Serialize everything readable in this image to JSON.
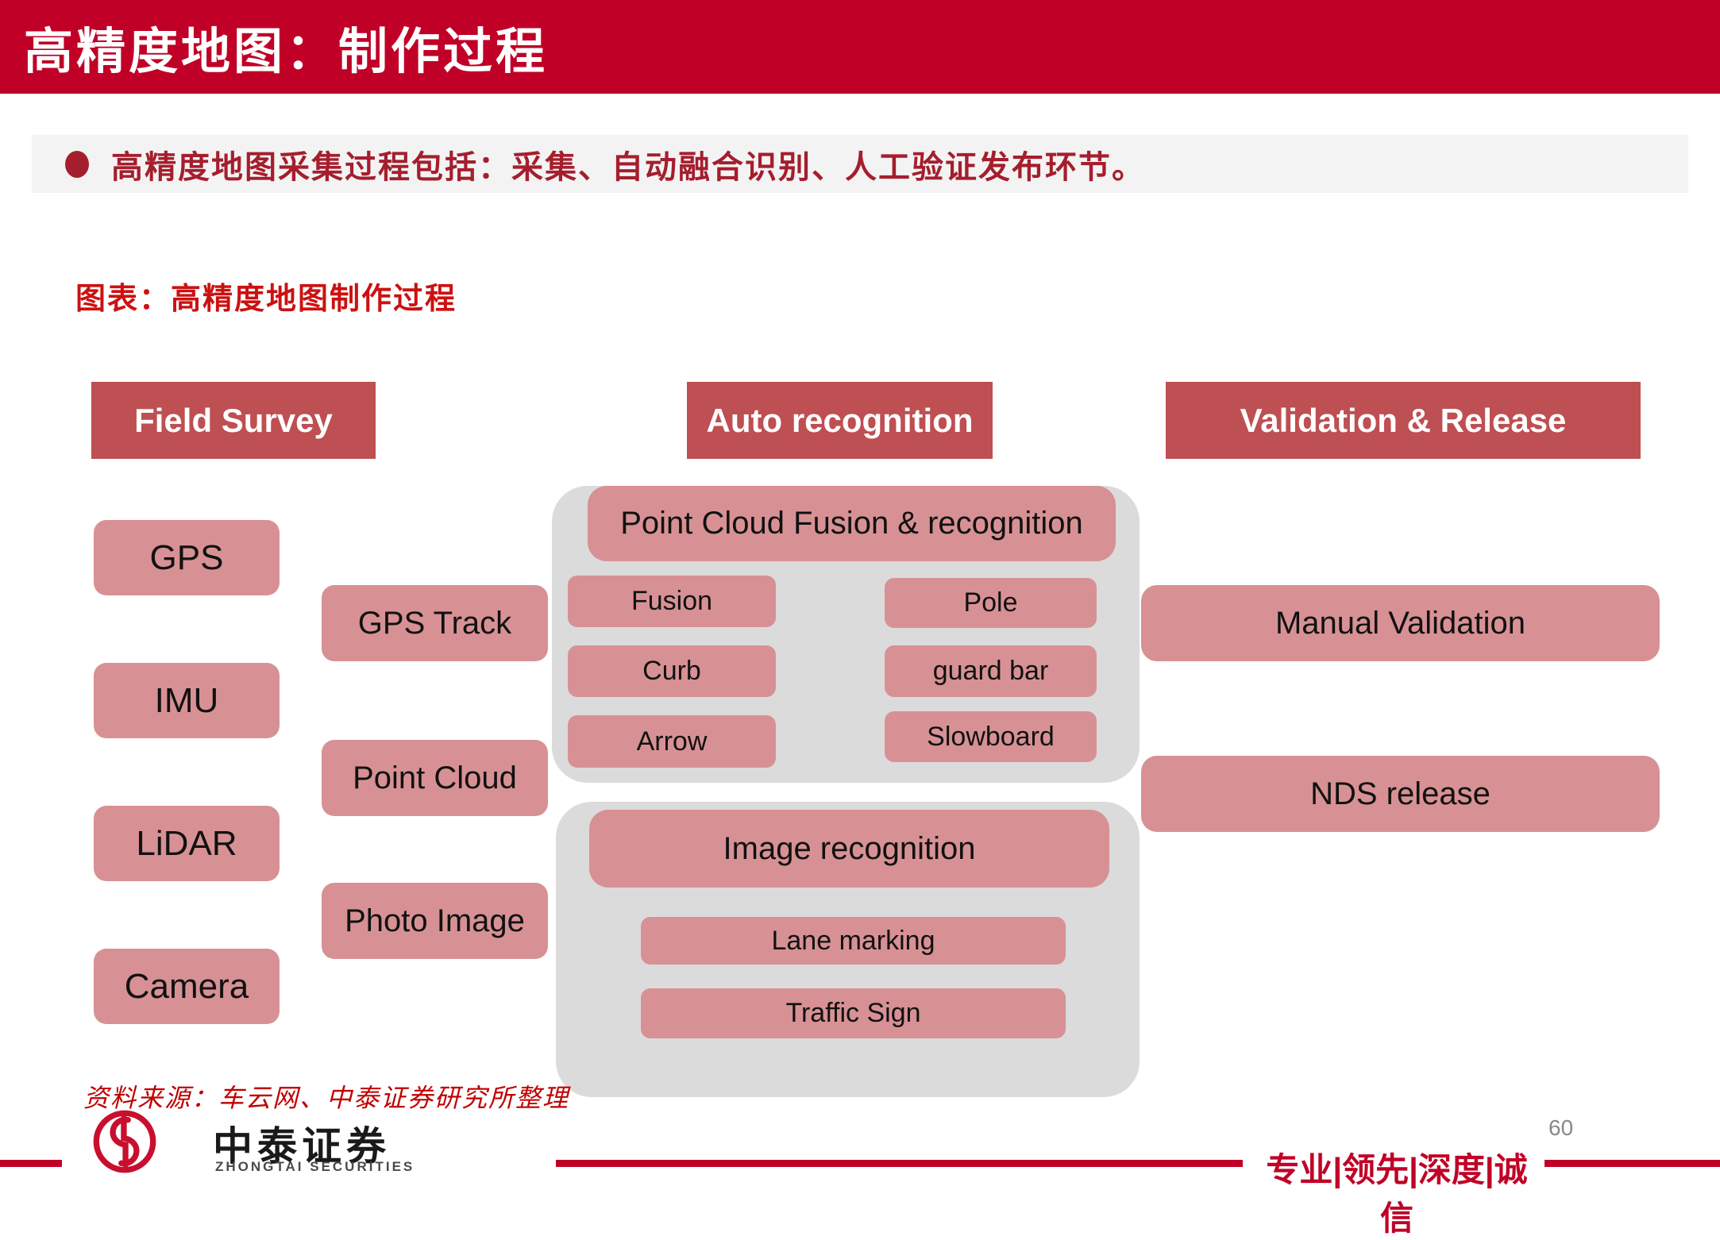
{
  "slide": {
    "title": "高精度地图：制作过程",
    "bullet_text": "高精度地图采集过程包括：采集、自动融合识别、人工验证发布环节。",
    "chart_caption": "图表：高精度地图制作过程",
    "source": "资料来源：车云网、中泰证券研究所整理",
    "page_number": "60"
  },
  "diagram": {
    "columns": [
      {
        "label": "Field Survey"
      },
      {
        "label": "Auto recognition"
      },
      {
        "label": "Validation & Release"
      }
    ],
    "sensors": [
      {
        "label": "GPS"
      },
      {
        "label": "IMU"
      },
      {
        "label": "LiDAR"
      },
      {
        "label": "Camera"
      }
    ],
    "data_products": [
      {
        "label": "GPS Track"
      },
      {
        "label": "Point Cloud"
      },
      {
        "label": "Photo Image"
      }
    ],
    "point_cloud_group": {
      "title": "Point Cloud Fusion & recognition",
      "left_items": [
        {
          "label": "Fusion"
        },
        {
          "label": "Curb"
        },
        {
          "label": "Arrow"
        }
      ],
      "right_items": [
        {
          "label": "Pole"
        },
        {
          "label": "guard bar"
        },
        {
          "label": "Slowboard"
        }
      ]
    },
    "image_group": {
      "title": "Image recognition",
      "items": [
        {
          "label": "Lane marking"
        },
        {
          "label": "Traffic Sign"
        }
      ]
    },
    "outputs": [
      {
        "label": "Manual Validation"
      },
      {
        "label": "NDS release"
      }
    ]
  },
  "footer": {
    "logo_text": "中泰证券",
    "logo_subtext": "ZHONGTAI SECURITIES",
    "slogan": "专业|领先|深度|诚信"
  },
  "colors": {
    "title_bar_red": "#C00027",
    "stage_header_red": "#BE4F52",
    "node_pink": "#D79194",
    "group_gray": "#DBDBDB",
    "bullet_banner_gray": "#F3F3F3",
    "bullet_text_red": "#A51E2D",
    "caption_red": "#CC1111",
    "source_red": "#C00000",
    "slogan_red": "#C00027",
    "page_number_gray": "#888888"
  }
}
